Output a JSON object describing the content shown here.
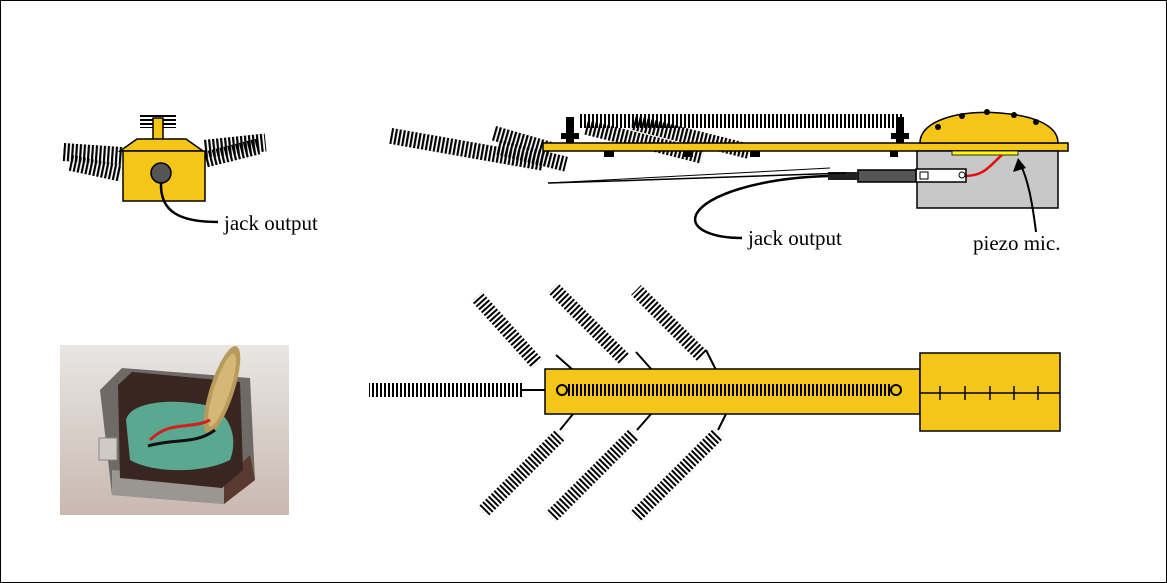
{
  "labels": {
    "front_jack": "jack output",
    "side_jack": "jack output",
    "piezo": "piezo mic."
  },
  "colors": {
    "body": "#F5C518",
    "outline": "#000000",
    "box": "#C8C8C8",
    "piezo_strip": "#FFFF00",
    "wire_red": "#E01010",
    "spring": "#000000"
  },
  "icons": {
    "jack_socket": "jack-socket-icon",
    "photo": "photo-of-built-device"
  }
}
